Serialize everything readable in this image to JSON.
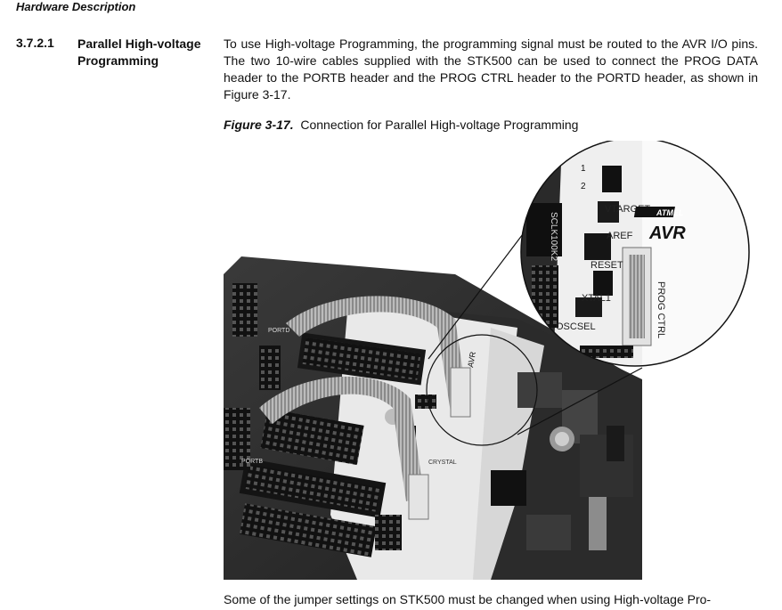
{
  "running_header": "Hardware Description",
  "section": {
    "number": "3.7.2.1",
    "title": "Parallel High-voltage Programming"
  },
  "body": {
    "paragraph": "To use High-voltage Programming, the programming signal must be routed to the AVR I/O pins. The two 10-wire cables supplied with the STK500 can be used to connect the PROG DATA header to the PORTB header and the PROG CTRL header to the PORTD header, as shown in Figure 3-17."
  },
  "figure": {
    "label": "Figure 3-17.",
    "caption": "Connection for Parallel High-voltage Programming",
    "board_labels": {
      "vtarget": "VTARGET",
      "aref": "AREF",
      "reset": "RESET",
      "xtal1": "XTAL1",
      "oscsel": "OSCSEL",
      "prog_ctrl": "PROG CTRL",
      "sclk100k2": "SCLK100K2",
      "jumper_1": "1",
      "jumper_2": "2",
      "atmel": "ATMEL",
      "avr": "AVR",
      "portb": "PORTB",
      "portd": "PORTD",
      "crystal": "CRYSTAL"
    }
  },
  "footer_text": "Some of the jumper settings on STK500 must be changed when using High-voltage Pro-"
}
